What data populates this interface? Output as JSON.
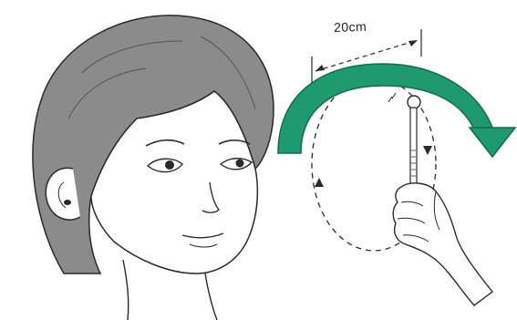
{
  "figure": {
    "measurement_label": "20cm",
    "rotation_arrow_color": "#1e9a6e",
    "rotation_direction": "clockwise",
    "icons": {
      "person": "head-profile-drawing",
      "hand": "hand-holding-target-icon",
      "arrow": "curved-rotation-arrow-icon"
    }
  }
}
